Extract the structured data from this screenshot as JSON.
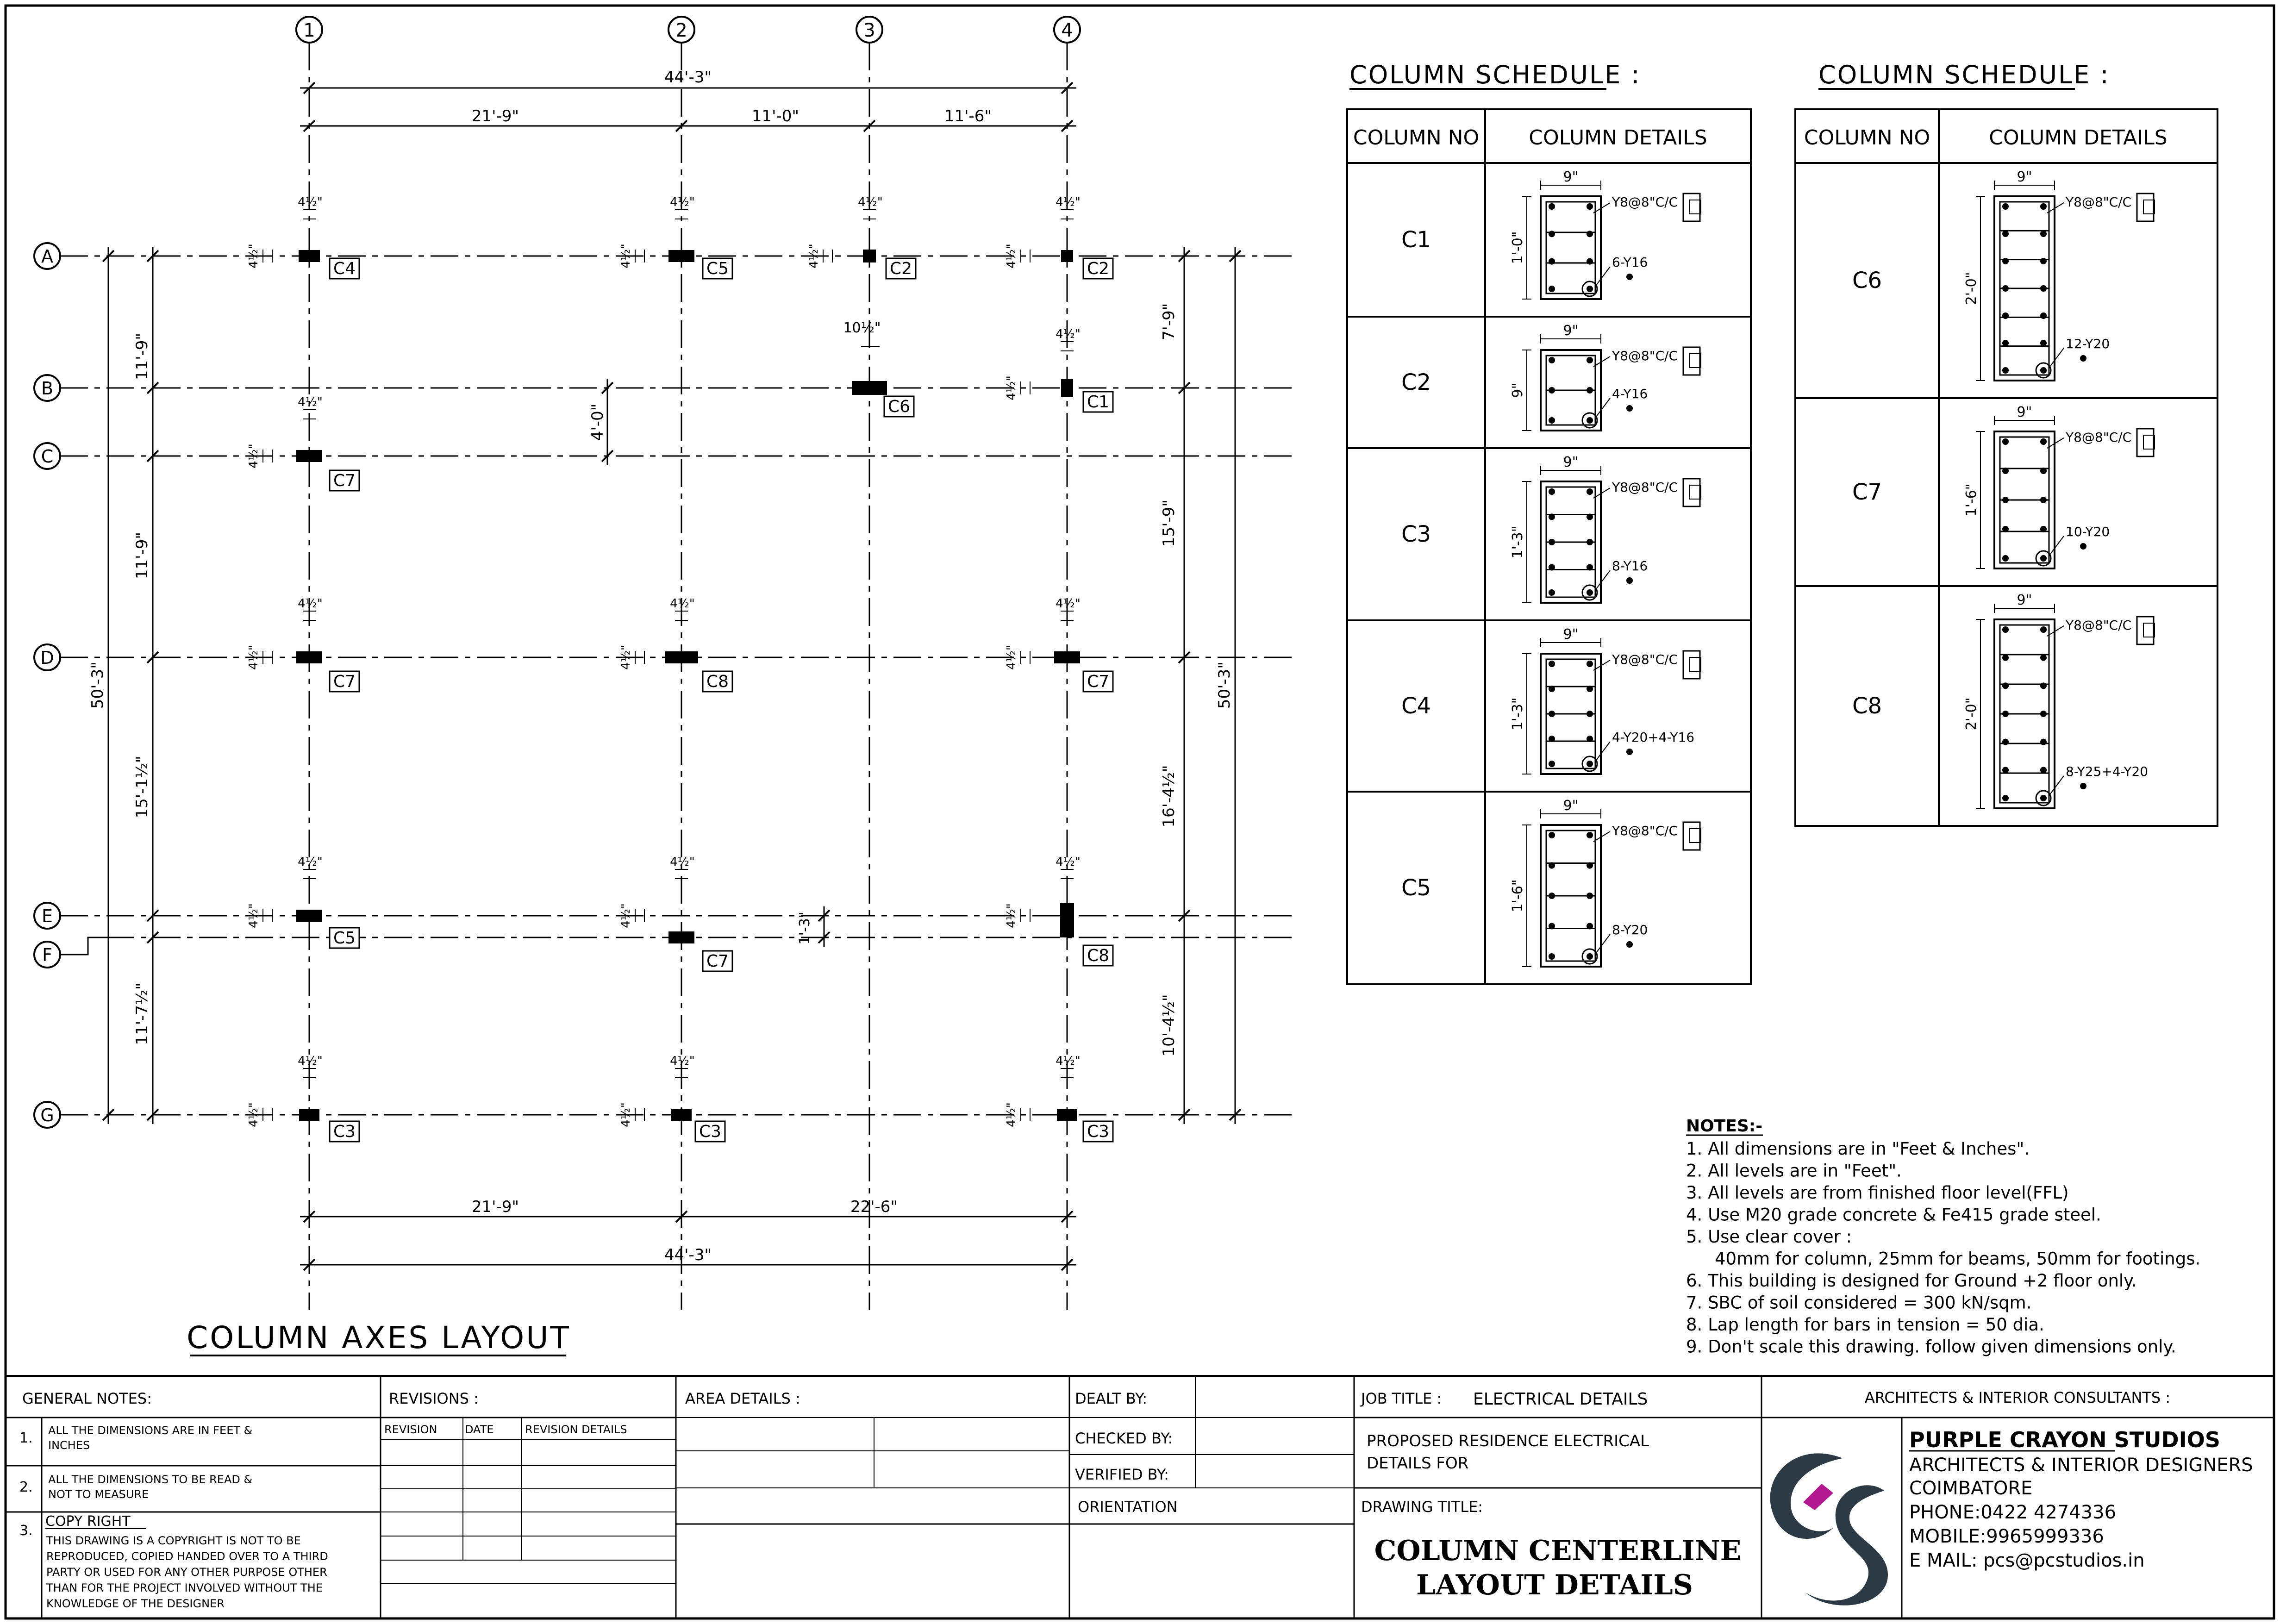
{
  "grid": {
    "columns": [
      {
        "id": "col-1",
        "label": "1"
      },
      {
        "id": "col-2",
        "label": "2"
      },
      {
        "id": "col-3",
        "label": "3"
      },
      {
        "id": "col-4",
        "label": "4"
      }
    ],
    "rows": [
      {
        "id": "row-a",
        "label": "A"
      },
      {
        "id": "row-b",
        "label": "B"
      },
      {
        "id": "row-c",
        "label": "C"
      },
      {
        "id": "row-d",
        "label": "D"
      },
      {
        "id": "row-e",
        "label": "E"
      },
      {
        "id": "row-f",
        "label": "F"
      },
      {
        "id": "row-g",
        "label": "G"
      }
    ]
  },
  "dims": {
    "top_overall": "44'-3\"",
    "top_1_2": "21'-9\"",
    "top_2_3": "11'-0\"",
    "top_3_4": "11'-6\"",
    "bottom_1_2": "21'-9\"",
    "bottom_2_4": "22'-6\"",
    "bottom_overall": "44'-3\"",
    "left_overall": "50'-3\"",
    "left_ab": "11'-9\"",
    "left_cd": "11'-9\"",
    "left_de": "15'-1½\"",
    "left_fg": "11'-7½\"",
    "inner_bc": "4'-0\"",
    "right_ab": "7'-9\"",
    "right_bd": "15'-9\"",
    "right_de": "16'-4½\"",
    "right_eg": "10'-4½\"",
    "right_overall": "50'-3\"",
    "mid_ef": "1'-3\"",
    "offset_small": "4½\"",
    "offset_c6": "10½\""
  },
  "columns_placed": [
    {
      "label": "C4"
    },
    {
      "label": "C5"
    },
    {
      "label": "C2"
    },
    {
      "label": "C2"
    },
    {
      "label": "C6"
    },
    {
      "label": "C1"
    },
    {
      "label": "C7"
    },
    {
      "label": "C7"
    },
    {
      "label": "C8"
    },
    {
      "label": "C7"
    },
    {
      "label": "C5"
    },
    {
      "label": "C7"
    },
    {
      "label": "C8"
    },
    {
      "label": "C3"
    },
    {
      "label": "C3"
    },
    {
      "label": "C3"
    }
  ],
  "layout_title": "COLUMN AXES LAYOUT",
  "schedule1": {
    "title": "COLUMN SCHEDULE :",
    "head_no": "COLUMN NO",
    "head_details": "COLUMN DETAILS",
    "rows": [
      {
        "no": "C1",
        "width": "9\"",
        "depth": "1'-0\"",
        "ties": "Y8@8\"C/C",
        "bars": "6-Y16"
      },
      {
        "no": "C2",
        "width": "9\"",
        "depth": "9\"",
        "ties": "Y8@8\"C/C",
        "bars": "4-Y16"
      },
      {
        "no": "C3",
        "width": "9\"",
        "depth": "1'-3\"",
        "ties": "Y8@8\"C/C",
        "bars": "8-Y16"
      },
      {
        "no": "C4",
        "width": "9\"",
        "depth": "1'-3\"",
        "ties": "Y8@8\"C/C",
        "bars": "4-Y20+4-Y16"
      },
      {
        "no": "C5",
        "width": "9\"",
        "depth": "1'-6\"",
        "ties": "Y8@8\"C/C",
        "bars": "8-Y20"
      }
    ]
  },
  "schedule2": {
    "title": "COLUMN SCHEDULE :",
    "head_no": "COLUMN NO",
    "head_details": "COLUMN DETAILS",
    "rows": [
      {
        "no": "C6",
        "width": "9\"",
        "depth": "2'-0\"",
        "ties": "Y8@8\"C/C",
        "bars": "12-Y20"
      },
      {
        "no": "C7",
        "width": "9\"",
        "depth": "1'-6\"",
        "ties": "Y8@8\"C/C",
        "bars": "10-Y20"
      },
      {
        "no": "C8",
        "width": "9\"",
        "depth": "2'-0\"",
        "ties": "Y8@8\"C/C",
        "bars": "8-Y25+4-Y20"
      }
    ]
  },
  "notes": {
    "title": "NOTES:-",
    "items": [
      "1. All dimensions are in \"Feet & Inches\".",
      "2. All levels are in \"Feet\".",
      "3. All levels are from finished floor level(FFL)",
      "4. Use M20 grade concrete & Fe415 grade steel.",
      "5. Use clear cover :",
      "40mm for column, 25mm for beams, 50mm for footings.",
      "6. This building is designed for Ground +2 floor only.",
      "7. SBC of soil considered = 300 kN/sqm.",
      "8. Lap length for bars in tension = 50 dia.",
      "9. Don't scale this drawing. follow given dimensions only."
    ]
  },
  "titleblock": {
    "general_notes_label": "GENERAL NOTES:",
    "gn1_num": "1.",
    "gn1_line1": "ALL THE DIMENSIONS ARE IN FEET &",
    "gn1_line2": "INCHES",
    "gn2_num": "2.",
    "gn2_line1": "ALL THE DIMENSIONS TO BE READ &",
    "gn2_line2": "NOT TO MEASURE",
    "gn3_num": "3.",
    "gn3_head": "COPY RIGHT",
    "gn3_lines": [
      "THIS DRAWING IS A COPYRIGHT IS NOT TO BE",
      "REPRODUCED, COPIED HANDED OVER TO A THIRD",
      "PARTY OR USED FOR ANY OTHER PURPOSE OTHER",
      "THAN FOR THE PROJECT INVOLVED WITHOUT THE",
      "KNOWLEDGE OF THE DESIGNER"
    ],
    "revisions_label": "REVISIONS :",
    "rev_col1": "REVISION",
    "rev_col2": "DATE",
    "rev_col3": "REVISION DETAILS",
    "area_label": "AREA DETAILS :",
    "dealt_by": "DEALT BY:",
    "checked_by": "CHECKED BY:",
    "verified_by": "VERIFIED BY:",
    "orientation": "ORIENTATION",
    "job_title_label": "JOB TITLE :",
    "job_title": "ELECTRICAL DETAILS",
    "project_line1": "PROPOSED RESIDENCE  ELECTRICAL",
    "project_line2": "DETAILS FOR",
    "drawing_title_label": "DRAWING TITLE:",
    "drawing_title_line1": "COLUMN CENTERLINE",
    "drawing_title_line2": "LAYOUT DETAILS",
    "consultants_label": "ARCHITECTS & INTERIOR CONSULTANTS :",
    "firm_name": "PURPLE CRAYON STUDIOS",
    "firm_sub": "ARCHITECTS & INTERIOR DESIGNERS",
    "firm_city": "COIMBATORE",
    "firm_phone": "PHONE:0422 4274336",
    "firm_mobile": "MOBILE:9965999336",
    "firm_email": "E MAIL: pcs@pcstudios.in"
  },
  "colors": {
    "line": "#000000",
    "logo_dark": "#2b3a44",
    "logo_accent": "#b2188f"
  }
}
